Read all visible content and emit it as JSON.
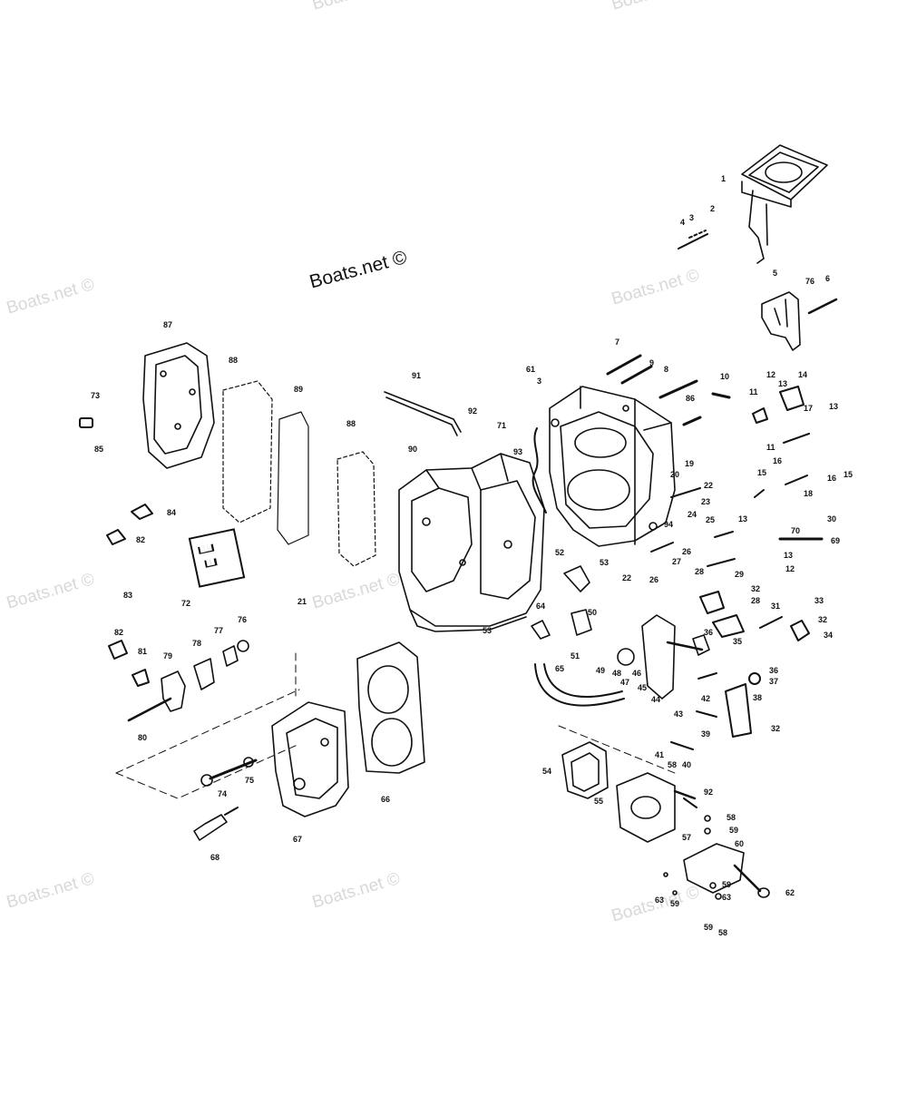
{
  "watermark": "Boats.net ©",
  "parts": [
    {
      "id": "p1",
      "n": "1"
    },
    {
      "id": "p2",
      "n": "2"
    },
    {
      "id": "p3a",
      "n": "3"
    },
    {
      "id": "p4",
      "n": "4"
    },
    {
      "id": "p5",
      "n": "5"
    },
    {
      "id": "p76a",
      "n": "76"
    },
    {
      "id": "p6",
      "n": "6"
    },
    {
      "id": "p7",
      "n": "7"
    },
    {
      "id": "p9",
      "n": "9"
    },
    {
      "id": "p8",
      "n": "8"
    },
    {
      "id": "p61",
      "n": "61"
    },
    {
      "id": "p3b",
      "n": "3"
    },
    {
      "id": "p10",
      "n": "10"
    },
    {
      "id": "p86a",
      "n": "86"
    },
    {
      "id": "p12a",
      "n": "12"
    },
    {
      "id": "p13a",
      "n": "13"
    },
    {
      "id": "p14",
      "n": "14"
    },
    {
      "id": "p11a",
      "n": "11"
    },
    {
      "id": "p13b",
      "n": "13"
    },
    {
      "id": "p17",
      "n": "17"
    },
    {
      "id": "p11b",
      "n": "11"
    },
    {
      "id": "p15a",
      "n": "15"
    },
    {
      "id": "p16a",
      "n": "16"
    },
    {
      "id": "p15b",
      "n": "15"
    },
    {
      "id": "p16b",
      "n": "16"
    },
    {
      "id": "p18",
      "n": "18"
    },
    {
      "id": "p19",
      "n": "19"
    },
    {
      "id": "p20",
      "n": "20"
    },
    {
      "id": "p22a",
      "n": "22"
    },
    {
      "id": "p23",
      "n": "23"
    },
    {
      "id": "p24",
      "n": "24"
    },
    {
      "id": "p25",
      "n": "25"
    },
    {
      "id": "p13c",
      "n": "13"
    },
    {
      "id": "p30",
      "n": "30"
    },
    {
      "id": "p70",
      "n": "70"
    },
    {
      "id": "p69",
      "n": "69"
    },
    {
      "id": "p13d",
      "n": "13"
    },
    {
      "id": "p12b",
      "n": "12"
    },
    {
      "id": "p26",
      "n": "26"
    },
    {
      "id": "p27",
      "n": "27"
    },
    {
      "id": "p28a",
      "n": "28"
    },
    {
      "id": "p29",
      "n": "29"
    },
    {
      "id": "p22b",
      "n": "22"
    },
    {
      "id": "p26b",
      "n": "26"
    },
    {
      "id": "p32a",
      "n": "32"
    },
    {
      "id": "p28b",
      "n": "28"
    },
    {
      "id": "p31",
      "n": "31"
    },
    {
      "id": "p33",
      "n": "33"
    },
    {
      "id": "p32b",
      "n": "32"
    },
    {
      "id": "p34",
      "n": "34"
    },
    {
      "id": "p36a",
      "n": "36"
    },
    {
      "id": "p35",
      "n": "35"
    },
    {
      "id": "p36b",
      "n": "36"
    },
    {
      "id": "p37",
      "n": "37"
    },
    {
      "id": "p38",
      "n": "38"
    },
    {
      "id": "p32c",
      "n": "32"
    },
    {
      "id": "p39",
      "n": "39"
    },
    {
      "id": "p42",
      "n": "42"
    },
    {
      "id": "p43",
      "n": "43"
    },
    {
      "id": "p41",
      "n": "41"
    },
    {
      "id": "p58a",
      "n": "58"
    },
    {
      "id": "p40",
      "n": "40"
    },
    {
      "id": "p44",
      "n": "44"
    },
    {
      "id": "p45",
      "n": "45"
    },
    {
      "id": "p46",
      "n": "46"
    },
    {
      "id": "p47",
      "n": "47"
    },
    {
      "id": "p48",
      "n": "48"
    },
    {
      "id": "p49",
      "n": "49"
    },
    {
      "id": "p51",
      "n": "51"
    },
    {
      "id": "p50",
      "n": "50"
    },
    {
      "id": "p64",
      "n": "64"
    },
    {
      "id": "p65",
      "n": "65"
    },
    {
      "id": "p52",
      "n": "52"
    },
    {
      "id": "p53a",
      "n": "53"
    },
    {
      "id": "p94",
      "n": "94"
    },
    {
      "id": "p71",
      "n": "71"
    },
    {
      "id": "p93",
      "n": "93"
    },
    {
      "id": "p91",
      "n": "91"
    },
    {
      "id": "p92a",
      "n": "92"
    },
    {
      "id": "p90",
      "n": "90"
    },
    {
      "id": "p89",
      "n": "89"
    },
    {
      "id": "p88a",
      "n": "88"
    },
    {
      "id": "p88b",
      "n": "88"
    },
    {
      "id": "p87",
      "n": "87"
    },
    {
      "id": "p73",
      "n": "73"
    },
    {
      "id": "p85",
      "n": "85"
    },
    {
      "id": "p84",
      "n": "84"
    },
    {
      "id": "p82a",
      "n": "82"
    },
    {
      "id": "p83",
      "n": "83"
    },
    {
      "id": "p72",
      "n": "72"
    },
    {
      "id": "p82b",
      "n": "82"
    },
    {
      "id": "p81",
      "n": "81"
    },
    {
      "id": "p79",
      "n": "79"
    },
    {
      "id": "p78",
      "n": "78"
    },
    {
      "id": "p77",
      "n": "77"
    },
    {
      "id": "p76b",
      "n": "76"
    },
    {
      "id": "p80",
      "n": "80"
    },
    {
      "id": "p21",
      "n": "21"
    },
    {
      "id": "p53b",
      "n": "53"
    },
    {
      "id": "p74",
      "n": "74"
    },
    {
      "id": "p75",
      "n": "75"
    },
    {
      "id": "p68",
      "n": "68"
    },
    {
      "id": "p67",
      "n": "67"
    },
    {
      "id": "p66",
      "n": "66"
    },
    {
      "id": "p54",
      "n": "54"
    },
    {
      "id": "p55",
      "n": "55"
    },
    {
      "id": "p92b",
      "n": "92"
    },
    {
      "id": "p58b",
      "n": "58"
    },
    {
      "id": "p57",
      "n": "57"
    },
    {
      "id": "p59a",
      "n": "59"
    },
    {
      "id": "p60",
      "n": "60"
    },
    {
      "id": "p59b",
      "n": "59"
    },
    {
      "id": "p63a",
      "n": "63"
    },
    {
      "id": "p63b",
      "n": "63"
    },
    {
      "id": "p59c",
      "n": "59"
    },
    {
      "id": "p62",
      "n": "62"
    },
    {
      "id": "p59d",
      "n": "59"
    },
    {
      "id": "p58c",
      "n": "58"
    }
  ]
}
